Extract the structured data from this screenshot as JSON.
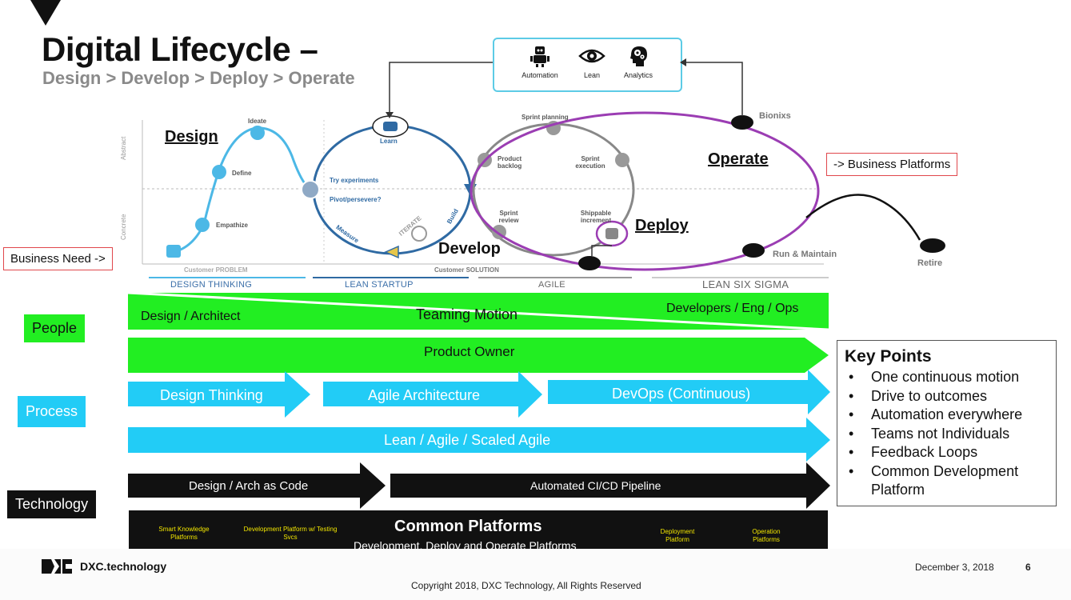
{
  "header": {
    "title": "Digital Lifecycle –",
    "subtitle": "Design > Develop > Deploy > Operate"
  },
  "tools": [
    {
      "label": "Automation",
      "icon": "robot-icon"
    },
    {
      "label": "Lean",
      "icon": "eye-icon"
    },
    {
      "label": "Analytics",
      "icon": "head-gears-icon"
    }
  ],
  "callouts": {
    "business_platforms": "-> Business Platforms",
    "business_need": "Business Need ->"
  },
  "cycle": {
    "design": "Design",
    "develop": "Develop",
    "deploy": "Deploy",
    "operate": "Operate",
    "ideate": "Ideate",
    "define": "Define",
    "empathize": "Empathize",
    "abstract": "Abstract",
    "concrete": "Concrete",
    "learn": "Learn",
    "try_experiments": "Try experiments",
    "pivot": "Pivot/persevere?",
    "measure": "Measure",
    "build": "Build",
    "iterate": "ITERATE",
    "sprint_planning": "Sprint planning",
    "product_backlog": "Product backlog",
    "sprint_execution": "Sprint execution",
    "sprint_review": "Sprint review",
    "shippable_increment": "Shippable increment",
    "bionixs": "Bionixs",
    "run_maintain": "Run & Maintain",
    "retire": "Retire",
    "customer_problem": "Customer PROBLEM",
    "customer_solution": "Customer SOLUTION"
  },
  "stages": [
    "DESIGN THINKING",
    "LEAN STARTUP",
    "AGILE",
    "LEAN SIX SIGMA"
  ],
  "categories": {
    "people": "People",
    "process": "Process",
    "technology": "Technology"
  },
  "bars": {
    "design_architect": "Design / Architect",
    "teaming_motion": "Teaming Motion",
    "developers": "Developers / Eng / Ops",
    "product_owner": "Product Owner",
    "design_thinking": "Design Thinking",
    "agile_architecture": "Agile Architecture",
    "devops": "DevOps (Continuous)",
    "lean_agile": "Lean  / Agile / Scaled Agile",
    "design_arch_code": "Design / Arch as Code",
    "cicd": "Automated CI/CD Pipeline",
    "common_platforms": "Common Platforms",
    "common_platforms_sub": "Development, Deploy and Operate Platforms",
    "smart_knowledge": "Smart Knowledge Platforms",
    "dev_platform": "Development Platform w/ Testing Svcs",
    "deployment_platform": "Deployment Platform",
    "operation_platforms": "Operation Platforms"
  },
  "key_points": {
    "title": "Key Points",
    "items": [
      "One continuous motion",
      "Drive to outcomes",
      "Automation everywhere",
      "Teams not Individuals",
      "Feedback Loops",
      "Common Development Platform"
    ]
  },
  "footer": {
    "brand": "DXC.technology",
    "date": "December 3, 2018",
    "page": "6",
    "copyright": "Copyright 2018, DXC Technology, All Rights Reserved"
  },
  "colors": {
    "people_green": "#22ee22",
    "process_cyan": "#22ccf6",
    "tech_black": "#111111",
    "operate_purple": "#9b3db3",
    "startup_blue": "#2f6aa3",
    "callout_red": "#e0474c"
  }
}
